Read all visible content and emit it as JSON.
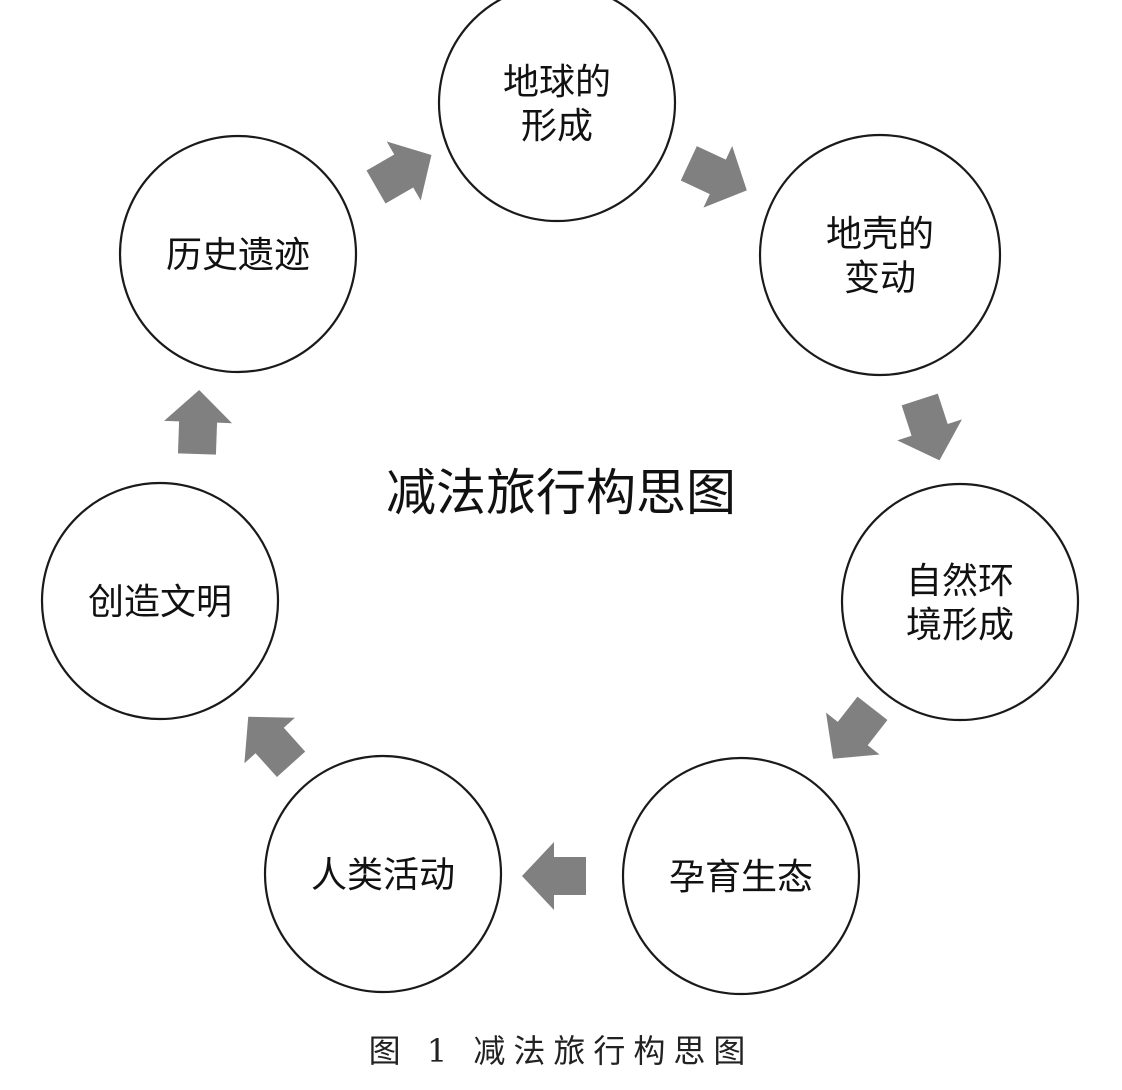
{
  "title": "减法旅行构思图",
  "caption": "图 1   减法旅行构思图",
  "colors": {
    "arrow": "#808080",
    "stroke": "#1a1a1a",
    "text": "#111111"
  },
  "nodes": [
    {
      "id": "earth-formation",
      "lines": [
        "地球的",
        "形成"
      ]
    },
    {
      "id": "crust-change",
      "lines": [
        "地壳的",
        "变动"
      ]
    },
    {
      "id": "natural-environment",
      "lines": [
        "自然环",
        "境形成"
      ]
    },
    {
      "id": "ecology",
      "lines": [
        "孕育生态"
      ]
    },
    {
      "id": "human-activity",
      "lines": [
        "人类活动"
      ]
    },
    {
      "id": "civilization",
      "lines": [
        "创造文明"
      ]
    },
    {
      "id": "historic-sites",
      "lines": [
        "历史遗迹"
      ]
    }
  ]
}
